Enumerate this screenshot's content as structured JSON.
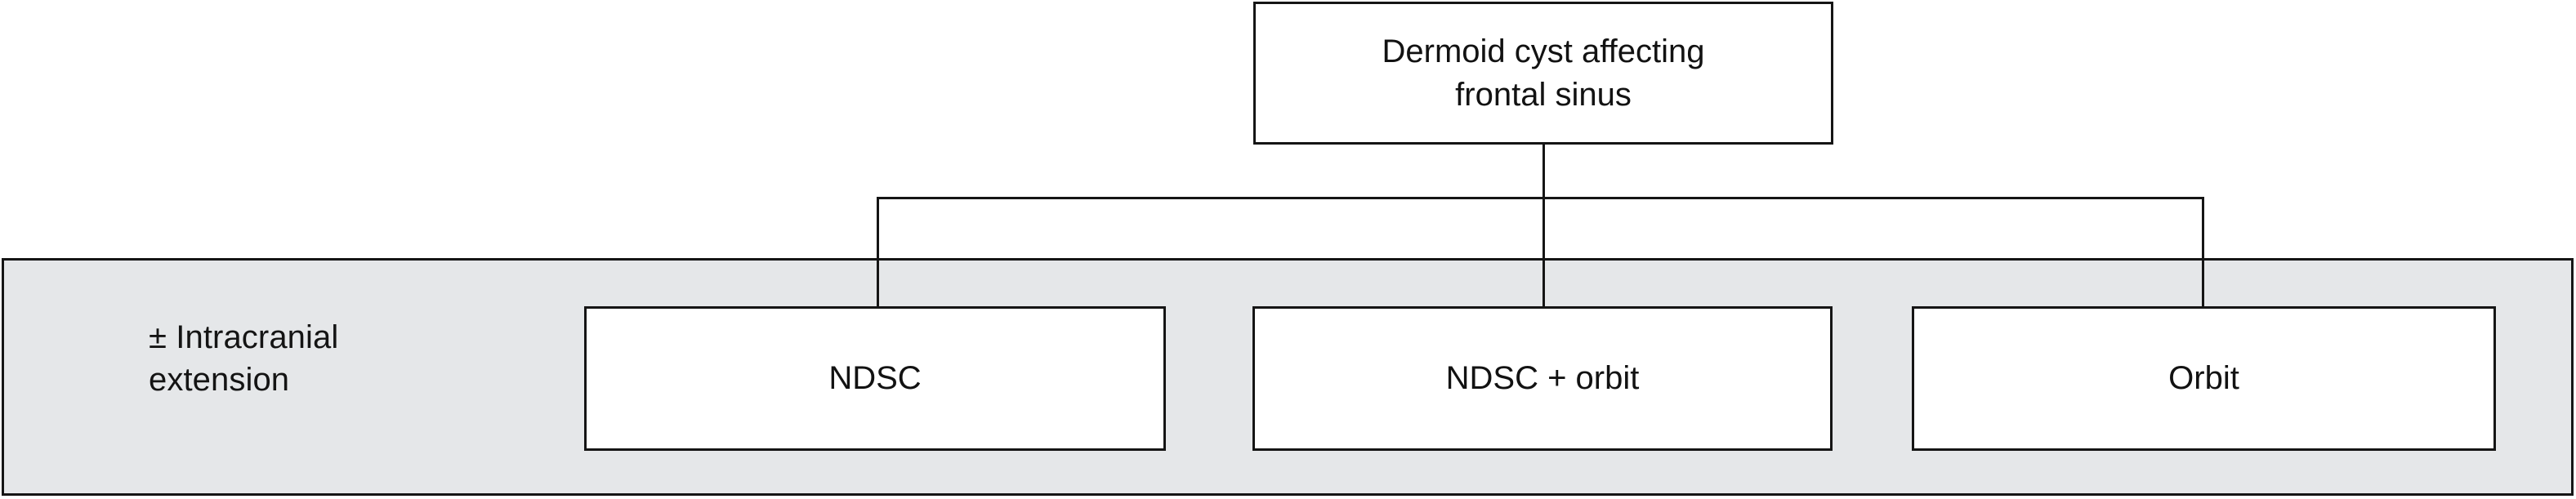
{
  "diagram": {
    "type": "flowchart",
    "orientation": "top-down",
    "background_color": "#ffffff",
    "line_color": "#151515",
    "band_color": "#e5e7e9",
    "root": {
      "id": "root",
      "label": "Dermoid cyst affecting\nfrontal sinus"
    },
    "band": {
      "label": "± Intracranial\nextension"
    },
    "leaves": [
      {
        "id": "ndsc",
        "label": "NDSC"
      },
      {
        "id": "ndsc-orbit",
        "label": "NDSC + orbit"
      },
      {
        "id": "orbit",
        "label": "Orbit"
      }
    ]
  }
}
